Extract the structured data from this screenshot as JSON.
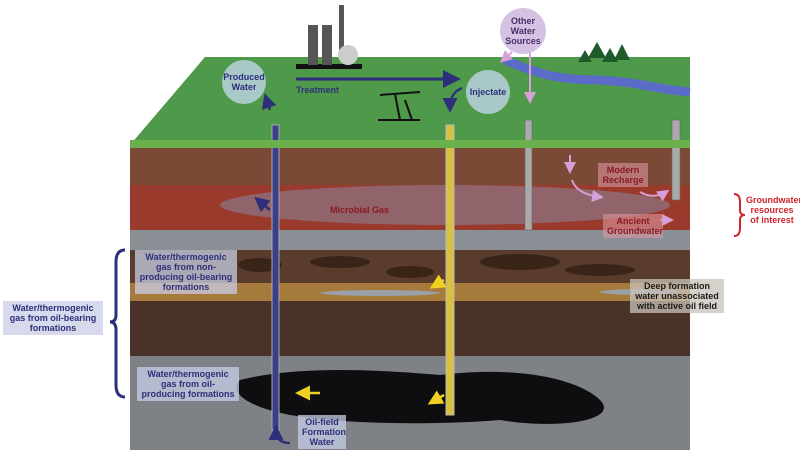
{
  "labels": {
    "produced_water": "Produced Water",
    "treatment": "Treatment",
    "injectate": "Injectate",
    "other_water_sources": "Other Water Sources",
    "microbial_gas": "Microbial Gas",
    "modern_recharge": "Modern Recharge",
    "ancient_groundwater": "Ancient Groundwater",
    "groundwater_resources": "Groundwater resources of interest",
    "non_producing": "Water/thermogenic gas from non-producing oil-bearing formations",
    "deep_formation": "Deep formation water unassociated with active oil field",
    "oil_bearing": "Water/thermogenic gas from oil-bearing formations",
    "oil_producing": "Water/thermogenic gas from oil-producing formations",
    "oilfield_water": "Oil-field Formation Water"
  },
  "colors": {
    "grass": "#4f9a4a",
    "navy": "#2e2f7a",
    "groundwater_red": "#d0242c",
    "recharge_pink": "#d6a0d8",
    "bubble": "#a9c9c9",
    "other_sources_bubble": "#d5c2e2",
    "yellow_arrow": "#f0d020"
  }
}
